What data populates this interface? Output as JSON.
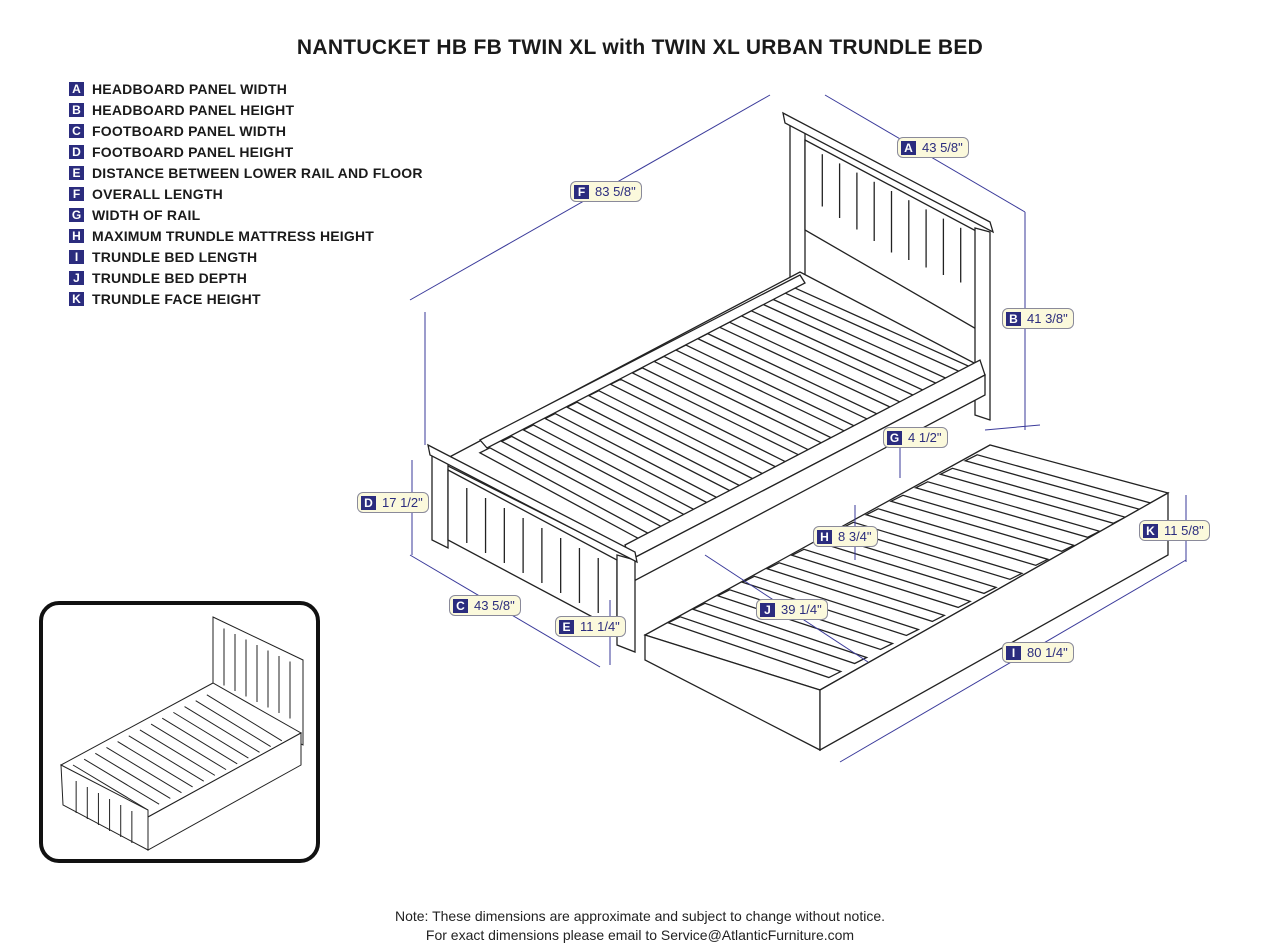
{
  "title": "NANTUCKET HB FB TWIN XL with TWIN XL URBAN TRUNDLE BED",
  "legend": [
    {
      "key": "A",
      "label": "HEADBOARD PANEL WIDTH"
    },
    {
      "key": "B",
      "label": "HEADBOARD PANEL HEIGHT"
    },
    {
      "key": "C",
      "label": "FOOTBOARD PANEL WIDTH"
    },
    {
      "key": "D",
      "label": "FOOTBOARD PANEL HEIGHT"
    },
    {
      "key": "E",
      "label": "DISTANCE BETWEEN LOWER RAIL AND FLOOR"
    },
    {
      "key": "F",
      "label": "OVERALL LENGTH"
    },
    {
      "key": "G",
      "label": "WIDTH OF RAIL"
    },
    {
      "key": "H",
      "label": "MAXIMUM TRUNDLE MATTRESS HEIGHT"
    },
    {
      "key": "I",
      "label": "TRUNDLE BED LENGTH"
    },
    {
      "key": "J",
      "label": "TRUNDLE BED DEPTH"
    },
    {
      "key": "K",
      "label": "TRUNDLE FACE HEIGHT"
    }
  ],
  "dimensions": {
    "A": "43 5/8\"",
    "B": "41 3/8\"",
    "C": "43 5/8\"",
    "D": "17 1/2\"",
    "E": "11 1/4\"",
    "F": "83 5/8\"",
    "G": "4 1/2\"",
    "H": "8 3/4\"",
    "I": "80 1/4\"",
    "J": "39 1/4\"",
    "K": "11 5/8\""
  },
  "note": {
    "line1": "Note:  These dimensions are approximate and subject to change without notice.",
    "line2": "For exact dimensions please email to Service@AtlanticFurniture.com"
  },
  "colors": {
    "badge": "#2b2c7e",
    "dim_line": "#3a3a9a",
    "label_bg": "#fbf9dc"
  }
}
